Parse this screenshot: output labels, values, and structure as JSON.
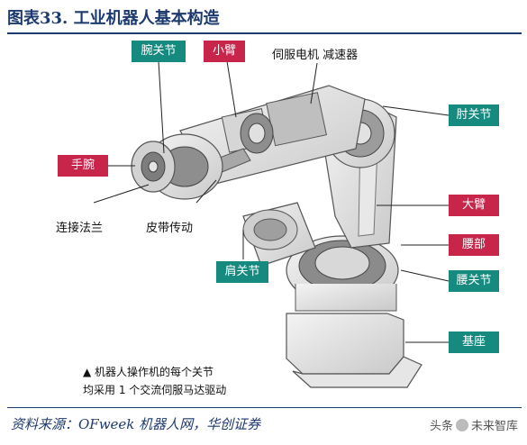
{
  "title": "图表33.  工业机器人基本构造",
  "labels": {
    "wrist_joint": "腕关节",
    "forearm": "小臂",
    "servo_motor_reducer": "伺服电机 减速器",
    "elbow_joint": "肘关节",
    "wrist": "手腕",
    "upper_arm": "大臂",
    "connecting_flange": "连接法兰",
    "belt_drive": "皮带传动",
    "waist": "腰部",
    "shoulder_joint": "肩关节",
    "waist_joint": "腰关节",
    "base": "基座"
  },
  "note": {
    "line1": "▲ 机器人操作机的每个关节",
    "line2": "均采用 1 个交流伺服马达驱动"
  },
  "source": "资料来源：OFweek 机器人网，华创证券",
  "watermark": {
    "prefix": "头条",
    "name": "未来智库"
  },
  "colors": {
    "teal": "#178a80",
    "red": "#c8254b",
    "navy": "#1d3a6e"
  }
}
